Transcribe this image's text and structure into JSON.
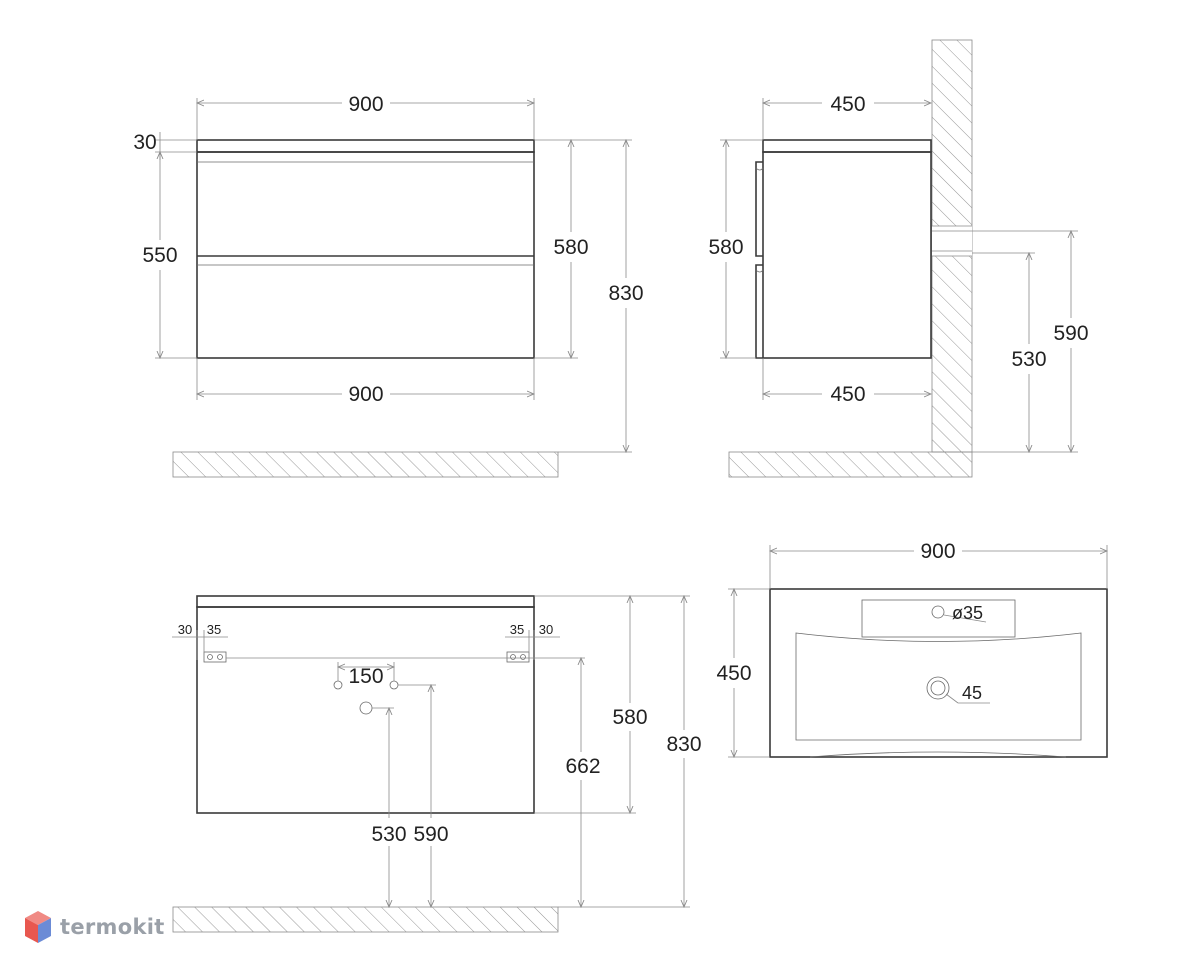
{
  "labels": {
    "front_top_width": "900",
    "front_top_thickness": "30",
    "front_body_height": "550",
    "front_total_580": "580",
    "front_total_830": "830",
    "front_bottom_width": "900",
    "side_top_depth": "450",
    "side_height": "580",
    "side_bottom_depth": "450",
    "side_mount_530": "530",
    "side_mount_590": "590",
    "back_30_left": "30",
    "back_35_left": "35",
    "back_35_right": "35",
    "back_30_right": "30",
    "back_150": "150",
    "back_580": "580",
    "back_662": "662",
    "back_830": "830",
    "back_530": "530",
    "back_590": "590",
    "top_width": "900",
    "top_depth": "450",
    "faucet_hole": "ø35",
    "drain_hole": "45"
  },
  "brand": {
    "name": "termokit"
  },
  "colors": {
    "line": "#3a3a3a",
    "dimension": "#8a8a8a",
    "logo_grey": "#9aa0a8",
    "logo_red": "#e8574f",
    "logo_blue": "#6b8bd6"
  }
}
